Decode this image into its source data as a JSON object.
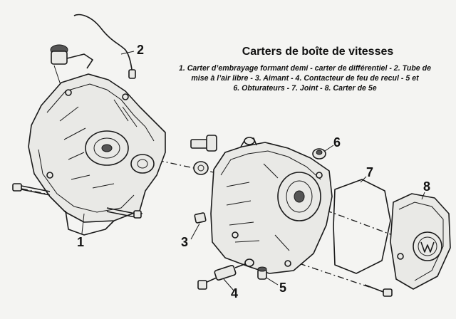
{
  "header": {
    "title": "Carters de boîte de vitesses",
    "caption_lines": [
      "1. Carter d’embrayage formant demi - carter de différentiel - 2. Tube de",
      "mise à l’air libre - 3. Aimant - 4. Contacteur de feu de recul - 5 et",
      "6. Obturateurs - 7. Joint - 8. Carter de 5e"
    ]
  },
  "callouts": [
    "1",
    "2",
    "3",
    "4",
    "5",
    "6",
    "7",
    "8"
  ],
  "colors": {
    "ink": "#1a1a1a",
    "paper": "#f4f4f2"
  }
}
